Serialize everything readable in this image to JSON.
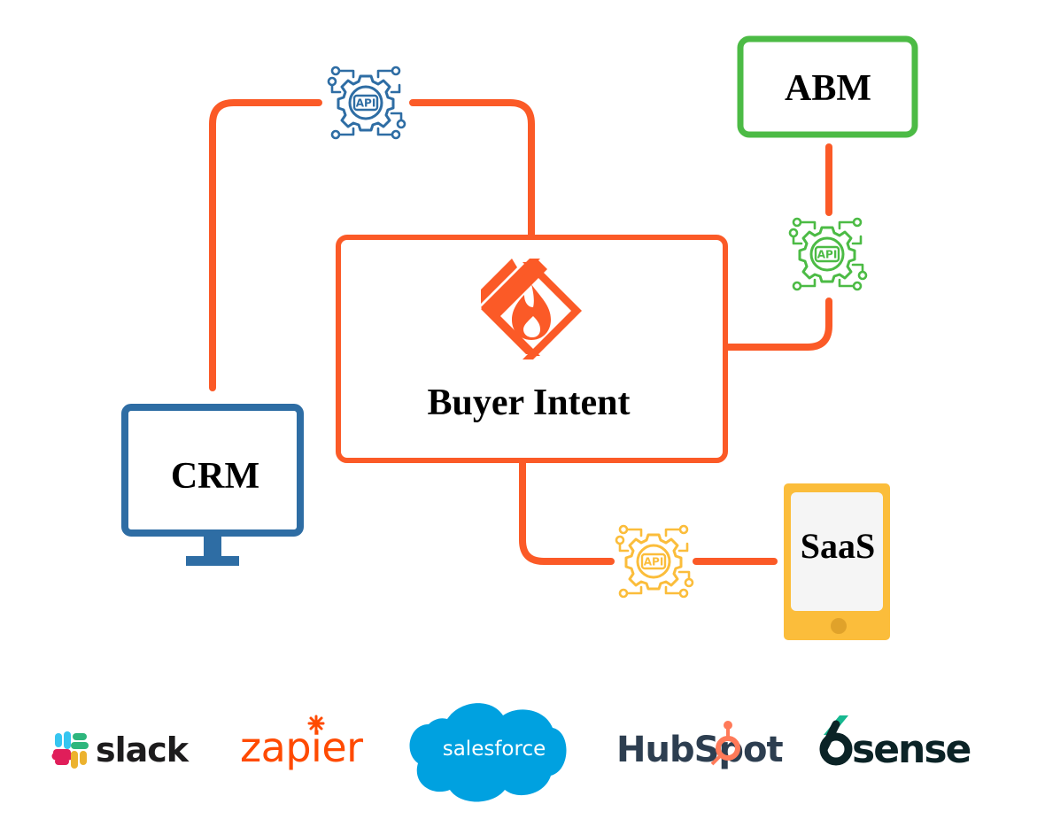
{
  "nodes": {
    "buyer_intent": {
      "label": "Buyer Intent"
    },
    "crm": {
      "label": "CRM"
    },
    "abm": {
      "label": "ABM"
    },
    "saas": {
      "label": "SaaS"
    }
  },
  "api_badges": {
    "text": "API",
    "colors": {
      "crm": "#2e6da4",
      "abm": "#4cbb45",
      "saas": "#fbbd3b"
    }
  },
  "colors": {
    "connector": "#fb5a27",
    "buyer_intent_border": "#fb5a27",
    "crm_blue": "#2e6da4",
    "abm_green": "#4cbb45",
    "saas_yellow": "#fbbd3b",
    "saas_screen": "#f5f5f5"
  },
  "logos": {
    "slack": "slack",
    "zapier": "zapier",
    "salesforce": "salesforce",
    "hubspot": "HubSpot",
    "sixsense": "sense"
  },
  "logo_colors": {
    "slack_text": "#1d1c1d",
    "zapier": "#ff4a00",
    "salesforce_cloud": "#00a1e0",
    "hubspot_text": "#2d3e50",
    "hubspot_accent": "#ff7a59",
    "sixsense": "#0b2326",
    "sixsense_accent": "#17b890"
  },
  "icons": {
    "buyer_intent": "flame-diamond-icon",
    "crm": "monitor-icon",
    "saas": "tablet-icon",
    "api": "gear-circuit-icon"
  }
}
